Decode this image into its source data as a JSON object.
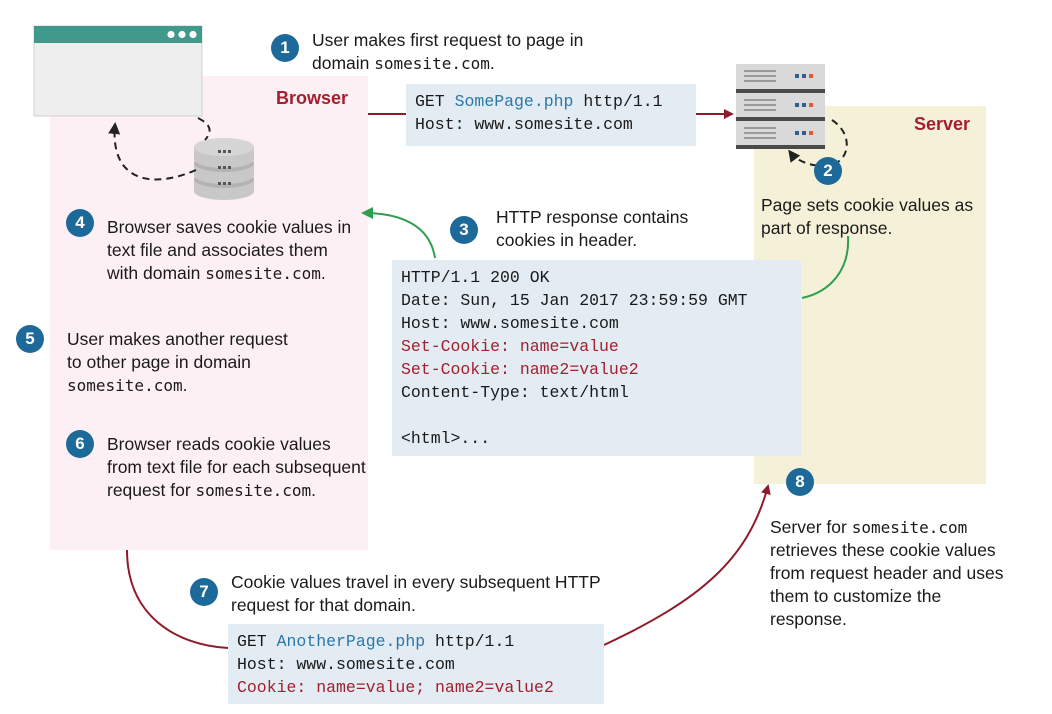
{
  "regions": {
    "browser_label": "Browser",
    "server_label": "Server"
  },
  "steps": [
    {
      "number": "1",
      "text": "User makes first request to page in domain ",
      "domain": "somesite.com",
      "tail": "."
    },
    {
      "number": "2",
      "text": "Page sets cookie values as part of response."
    },
    {
      "number": "3",
      "text": "HTTP response contains cookies in header."
    },
    {
      "number": "4",
      "text": "Browser saves cookie values in text file and associates them with domain ",
      "domain": "somesite.com",
      "tail": "."
    },
    {
      "number": "5",
      "text": "User makes another request to other page in domain ",
      "domain": "somesite.com",
      "tail": "."
    },
    {
      "number": "6",
      "text": "Browser reads cookie values from text file for each subsequent request for ",
      "domain": "somesite.com",
      "tail": "."
    },
    {
      "number": "7",
      "text": "Cookie values travel in every subsequent HTTP request for that domain."
    },
    {
      "number": "8",
      "text_pre": "Server for ",
      "domain": "somesite.com",
      "text_post": " retrieves these cookie values from request header and uses them to customize the response."
    }
  ],
  "request1": {
    "method": "GET ",
    "page": "SomePage.php",
    "protocol": " http/1.1",
    "host": "Host: www.somesite.com"
  },
  "response": {
    "status": "HTTP/1.1 200 OK",
    "date": "Date: Sun, 15 Jan 2017 23:59:59 GMT",
    "host": "Host: www.somesite.com",
    "cookie1": "Set-Cookie: name=value",
    "cookie2": "Set-Cookie: name2=value2",
    "content_type": "Content-Type: text/html",
    "body": "<html>..."
  },
  "request2": {
    "method": "GET ",
    "page": "AnotherPage.php",
    "protocol": " http/1.1",
    "host": "Host: www.somesite.com",
    "cookie": "Cookie: name=value; name2=value2"
  },
  "colors": {
    "browser_bg": "#fdf0f4",
    "server_bg": "#f5f1d8",
    "code_bg": "#e3ecf3",
    "badge": "#1d6a9a",
    "request_arrow": "#8e1b2c",
    "response_arrow": "#2e9e4f",
    "accent_red": "#a31f2e",
    "accent_blue": "#2b78a8"
  },
  "icons": [
    "browser-window-icon",
    "database-icon",
    "server-rack-icon"
  ]
}
